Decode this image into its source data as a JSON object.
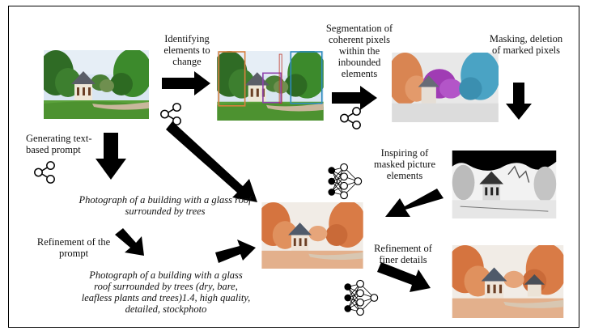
{
  "steps": {
    "identify": "Identifying elements to change",
    "segment": "Segmentation of coherent pixels within the inbounded elements",
    "mask": "Masking, deletion of marked pixels",
    "generate": "Generating text-based prompt",
    "inspire": "Inspiring of masked picture elements",
    "refine_prompt": "Refinement of the prompt",
    "refine_details": "Refinement of finer details"
  },
  "prompts": {
    "initial": "Photograph of a building with a glass roof surrounded by trees",
    "refined": "Photograph of a building with a glass roof surrounded by trees (dry, bare, leafless plants and trees)1.4, high quality, detailed, stockphoto"
  },
  "colors": {
    "box_orange": "#d9803f",
    "box_purple": "#8e44ad",
    "box_blue": "#2e8bc0",
    "tree_orange": "#d98552",
    "tree_magenta": "#a03cb4",
    "tree_cyan": "#4aa3c4"
  },
  "icons": [
    "share-icon",
    "neural-network-icon"
  ]
}
